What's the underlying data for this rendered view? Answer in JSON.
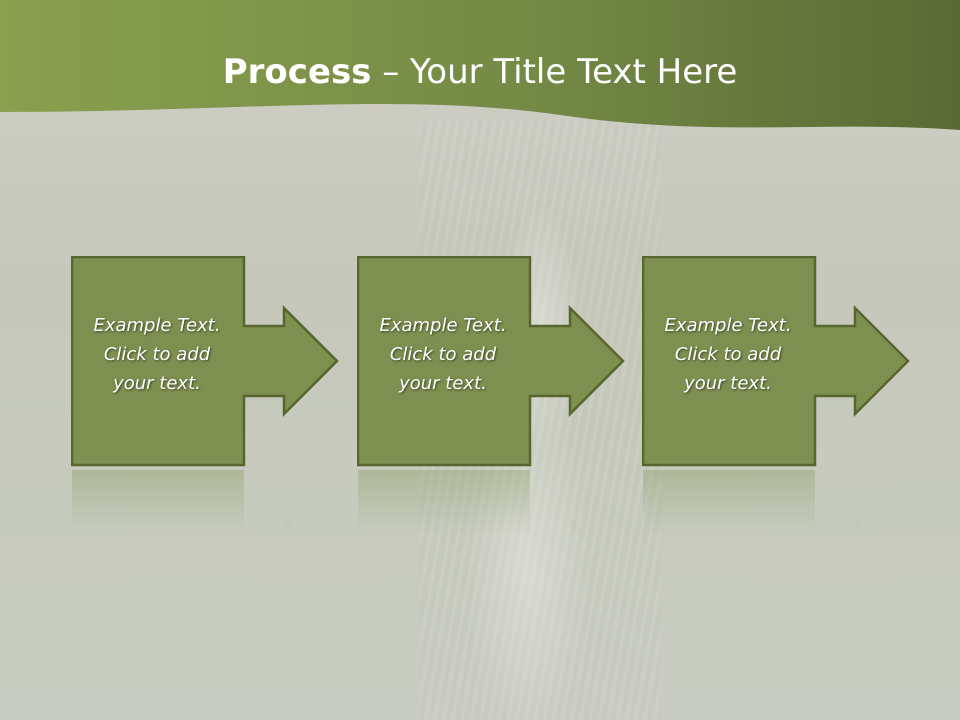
{
  "title": {
    "bold": "Process",
    "rest": " – Your Title Text Here"
  },
  "steps": [
    {
      "lines": [
        "Example Text.",
        "Click  to add",
        "your text."
      ]
    },
    {
      "lines": [
        "Example Text.",
        "Click  to add",
        "your text."
      ]
    },
    {
      "lines": [
        "Example Text.",
        "Click  to add",
        "your text."
      ]
    }
  ],
  "colors": {
    "header_dark": "#5a6a34",
    "header_light": "#8aa04e",
    "box_fill": "#7d9050",
    "box_border": "#58652f",
    "text": "#ffffff"
  }
}
